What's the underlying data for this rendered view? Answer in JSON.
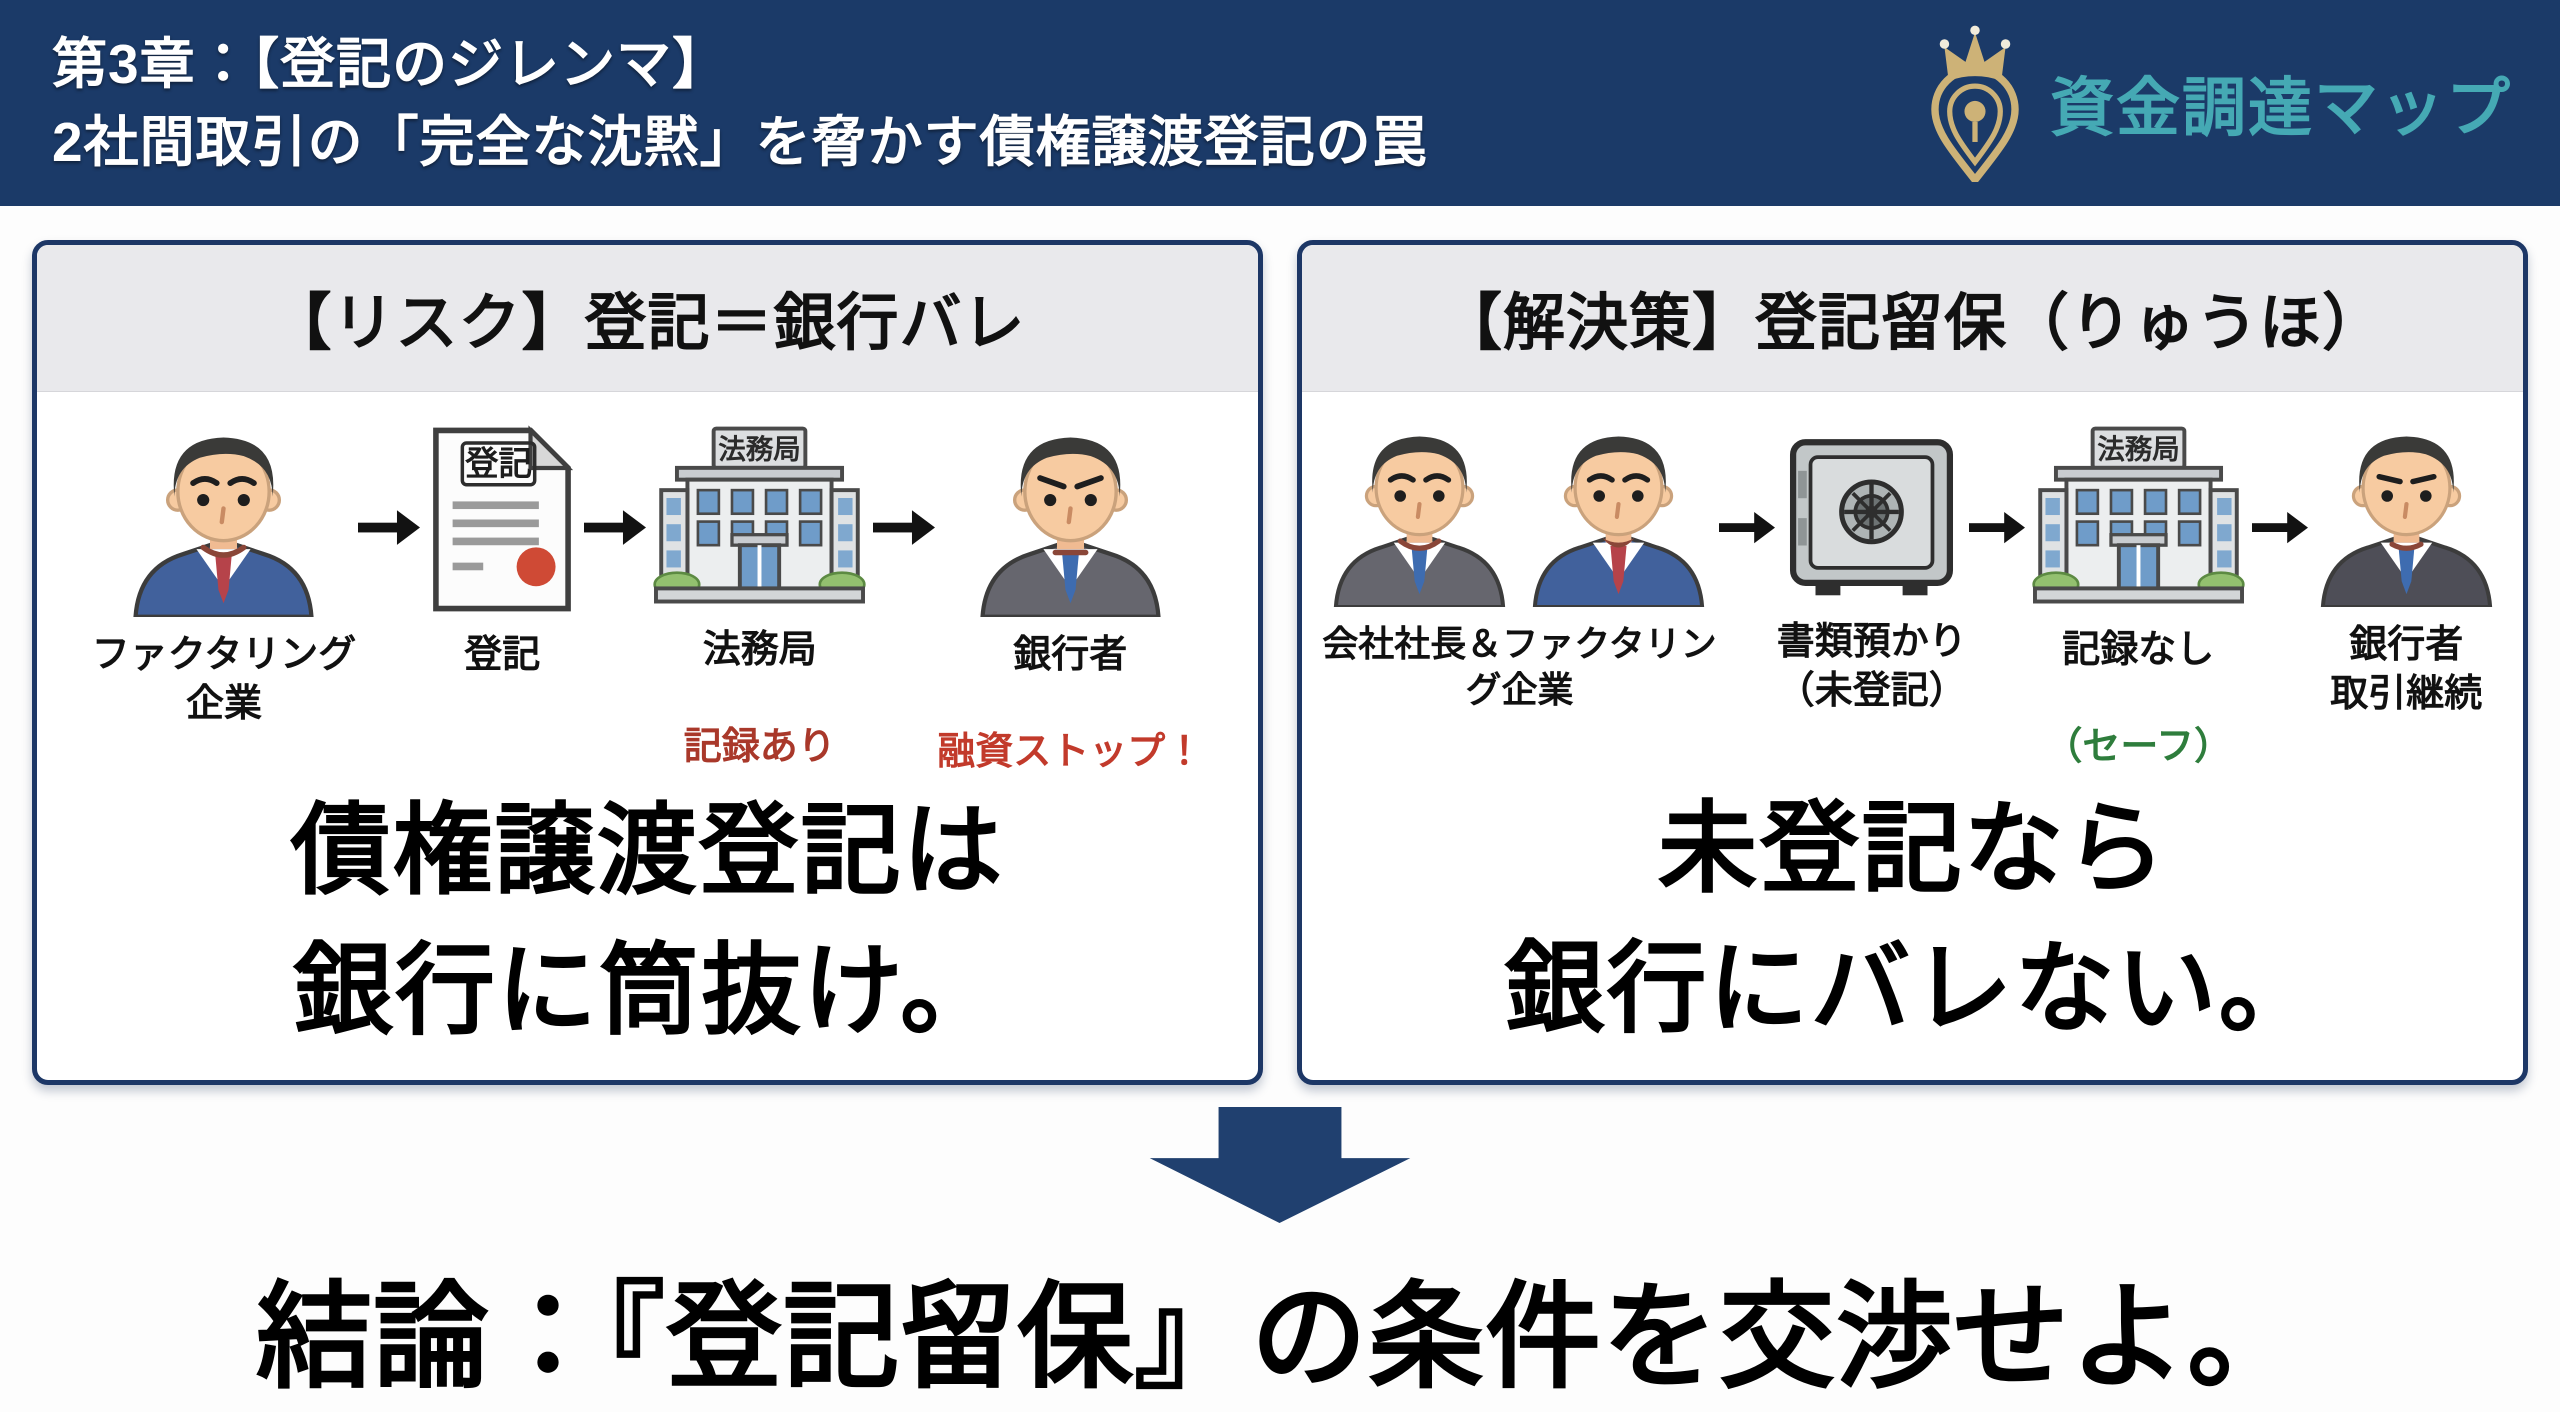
{
  "colors": {
    "header_navy": "#1b3a68",
    "panel_border": "#1d3766",
    "band_gray": "#e9e9ec",
    "arrow_navy": "#20406f",
    "logo_teal": "#45a9b4",
    "logo_gold": "#cdb277",
    "record_red": "#a9382a",
    "stop_red": "#c23a2b",
    "safe_green": "#2e7d3c"
  },
  "icons": {
    "logo": "crown-pin-icon",
    "flow_arrow": "right-arrow-icon",
    "down_arrow": "down-arrow-icon"
  },
  "header": {
    "line1": "第3章：【登記のジレンマ】",
    "line2": "2社間取引の「完全な沈黙」を脅かす債権譲渡登記の罠",
    "logo_text": "資金調達マップ"
  },
  "left_panel": {
    "title": "【リスク】登記＝銀行バレ",
    "flow": [
      {
        "label": "ファクタリング\n企業"
      },
      {
        "label": "登記",
        "doc_text": "登記"
      },
      {
        "label": "法務局",
        "sublabel": "記録あり",
        "sign": "法務局"
      },
      {
        "label": "銀行者",
        "sublabel": "融資ストップ！"
      }
    ],
    "statement": "債権譲渡登記は\n銀行に筒抜け。"
  },
  "right_panel": {
    "title": "【解決策】登記留保（りゅうほ）",
    "flow": [
      {
        "label": "会社社長＆ファクタリン\nグ企業"
      },
      {
        "label": "書類預かり\n（未登記）"
      },
      {
        "label": "記録なし",
        "sublabel": "（セーフ）",
        "sign": "法務局"
      },
      {
        "label": "銀行者\n取引継続"
      }
    ],
    "statement": "未登記なら\n銀行にバレない。"
  },
  "conclusion": "結論：『登記留保』の条件を交渉せよ。"
}
